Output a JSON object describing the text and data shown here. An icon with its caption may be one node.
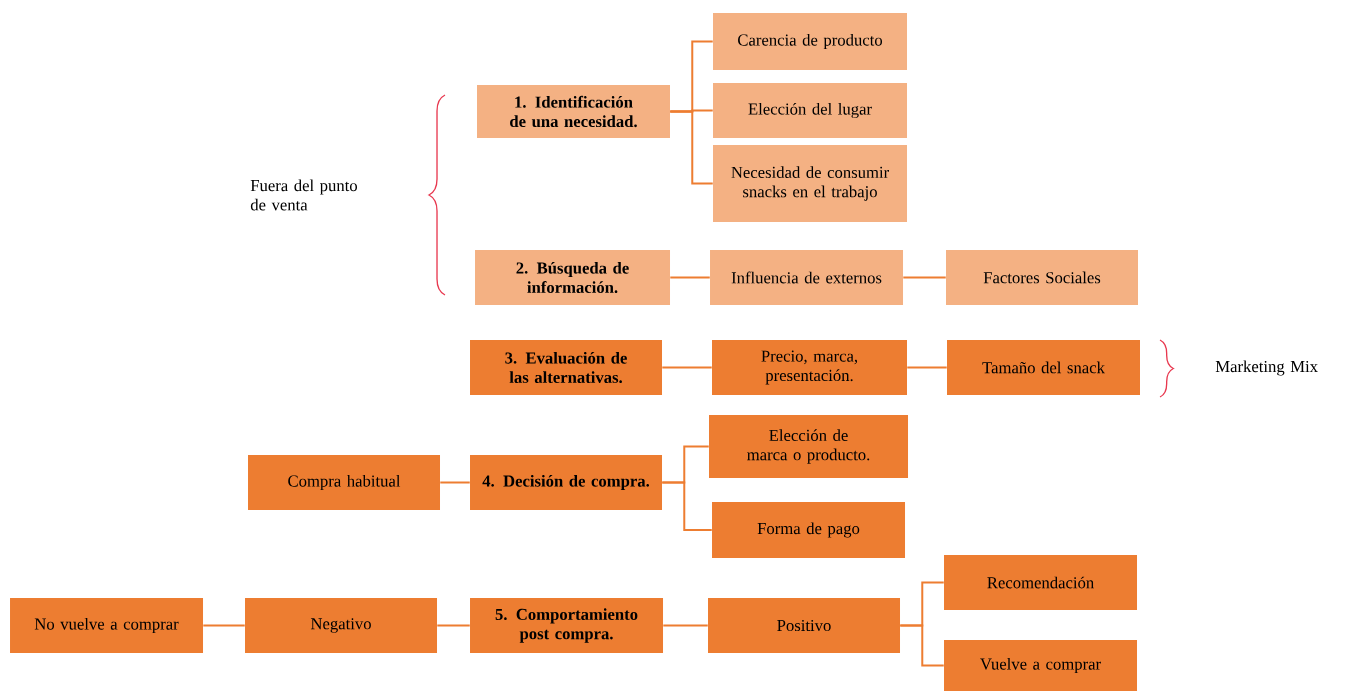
{
  "diagram": {
    "nodes": [
      {
        "text": [
          "1. Identificación de una necesidad."
        ]
      },
      {
        "text": [
          "Carencia de producto"
        ]
      },
      {
        "text": [
          "Elección del lugar"
        ]
      },
      {
        "text": [
          "Necesidad de consumir snacks en el trabajo"
        ]
      },
      {
        "text": [
          "2. Búsqueda de información."
        ]
      },
      {
        "text": [
          "Influencia de externos"
        ]
      },
      {
        "text": [
          "Factores Sociales"
        ]
      },
      {
        "text": [
          "3. Evaluación de las alternativas."
        ]
      },
      {
        "text": [
          "Precio, marca, presentación."
        ]
      },
      {
        "text": [
          "Tamaño del snack"
        ]
      },
      {
        "text": [
          "Compra habitual"
        ]
      },
      {
        "text": [
          "4. Decisión de compra."
        ]
      },
      {
        "text": [
          "Elección de marca o producto."
        ]
      },
      {
        "text": [
          "Forma de pago"
        ]
      },
      {
        "text": [
          "No vuelve a comprar"
        ]
      },
      {
        "text": [
          "Negativo"
        ]
      },
      {
        "text": [
          "5. Comportamiento post compra."
        ]
      },
      {
        "text": [
          "Positivo"
        ]
      },
      {
        "text": [
          "Recomendación"
        ]
      },
      {
        "text": [
          "Vuelve a comprar"
        ]
      }
    ],
    "edges": [
      {
        "from": 0,
        "to": 1,
        "arrow": "none"
      },
      {
        "from": 0,
        "to": 2,
        "arrow": "none"
      },
      {
        "from": 0,
        "to": 3,
        "arrow": "none"
      },
      {
        "from": 4,
        "to": 5,
        "arrow": "none"
      },
      {
        "from": 5,
        "to": 6,
        "arrow": "none"
      },
      {
        "from": 7,
        "to": 8,
        "arrow": "none"
      },
      {
        "from": 8,
        "to": 9,
        "arrow": "none"
      },
      {
        "from": 10,
        "to": 11,
        "arrow": "none"
      },
      {
        "from": 11,
        "to": 12,
        "arrow": "none"
      },
      {
        "from": 11,
        "to": 13,
        "arrow": "none"
      },
      {
        "from": 14,
        "to": 15,
        "arrow": "none"
      },
      {
        "from": 15,
        "to": 16,
        "arrow": "none"
      },
      {
        "from": 16,
        "to": 17,
        "arrow": "none"
      },
      {
        "from": 17,
        "to": 18,
        "arrow": "none"
      },
      {
        "from": 17,
        "to": 19,
        "arrow": "none"
      }
    ],
    "labels": [
      "Fuera del punto de venta",
      "Marketing Mix"
    ]
  }
}
